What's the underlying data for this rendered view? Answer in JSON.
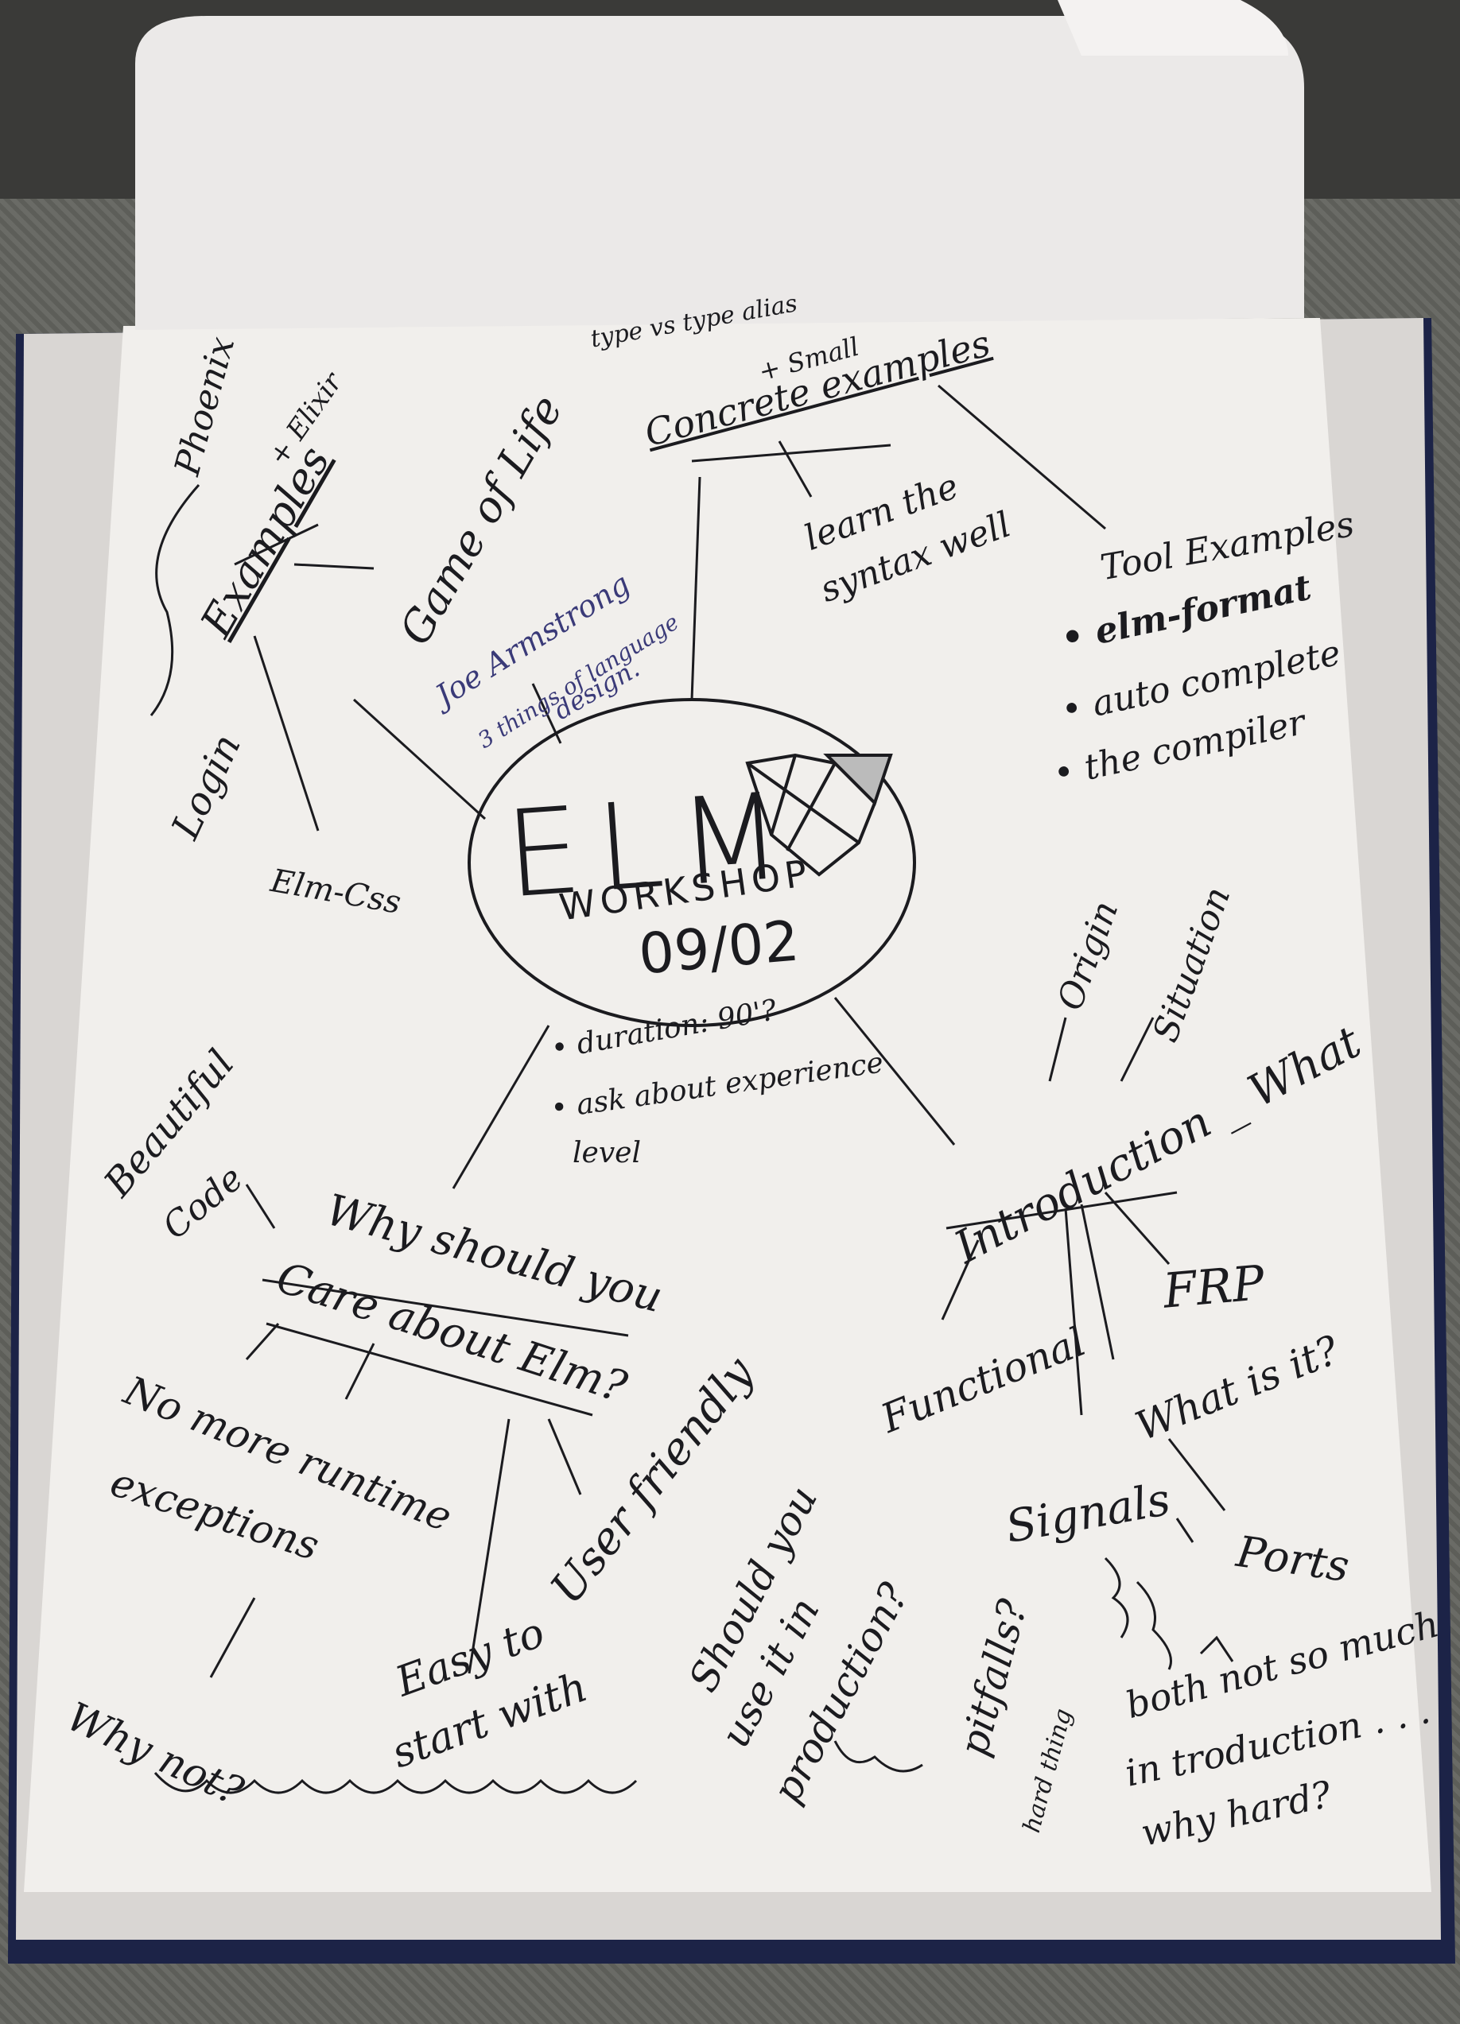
{
  "title": {
    "elm": "ELM",
    "workshop": "WORKSHOP",
    "date": "09/02"
  },
  "branches": {
    "examples": "Examples",
    "phoenix": "Phoenix",
    "elixir": "+ Elixir",
    "game_of_life": "Game of Life",
    "login": "Login",
    "elm_css": "Elm-Css",
    "joe_1": "Joe Armstrong",
    "joe_2": "3 things of language",
    "joe_3": "design.",
    "type_alias": "type vs type alias",
    "plus_small": "+ Small",
    "concrete": "Concrete examples",
    "learn_1": "learn the",
    "learn_2": "syntax well",
    "tool_title": "Tool Examples",
    "tool_1": "• elm-format",
    "tool_2": "• auto complete",
    "tool_3": "• the compiler",
    "duration": "• duration: 90'?",
    "ask_1": "• ask about experience",
    "ask_2": "level",
    "origin": "Origin",
    "situation": "Situation",
    "intro": "Introduction _ What",
    "functional": "Functional",
    "frp": "FRP",
    "what_is_it": "What is it?",
    "signals": "Signals",
    "ports": "Ports",
    "pitfalls": "pitfalls?",
    "hard_thing": "hard thing",
    "both_1": "both not so much",
    "both_2": "in troduction . . .",
    "why_hard": "why hard?",
    "why_1": "Why should you",
    "why_2": "Care about Elm?",
    "beautiful_1": "Beautiful",
    "beautiful_2": "Code",
    "no_more_1": "No more runtime",
    "no_more_2": "exceptions",
    "why_not": "Why not?",
    "easy_1": "Easy to",
    "easy_2": "start with",
    "user_friendly": "User friendly",
    "production_1": "Should you",
    "production_2": "use it in",
    "production_3": "production?"
  },
  "colors": {
    "ink": "#1b1b1f",
    "blue_ink": "#3a3a78",
    "paper": "#f3f1ee",
    "cover": "#1c2347",
    "fabric": "#626360"
  }
}
